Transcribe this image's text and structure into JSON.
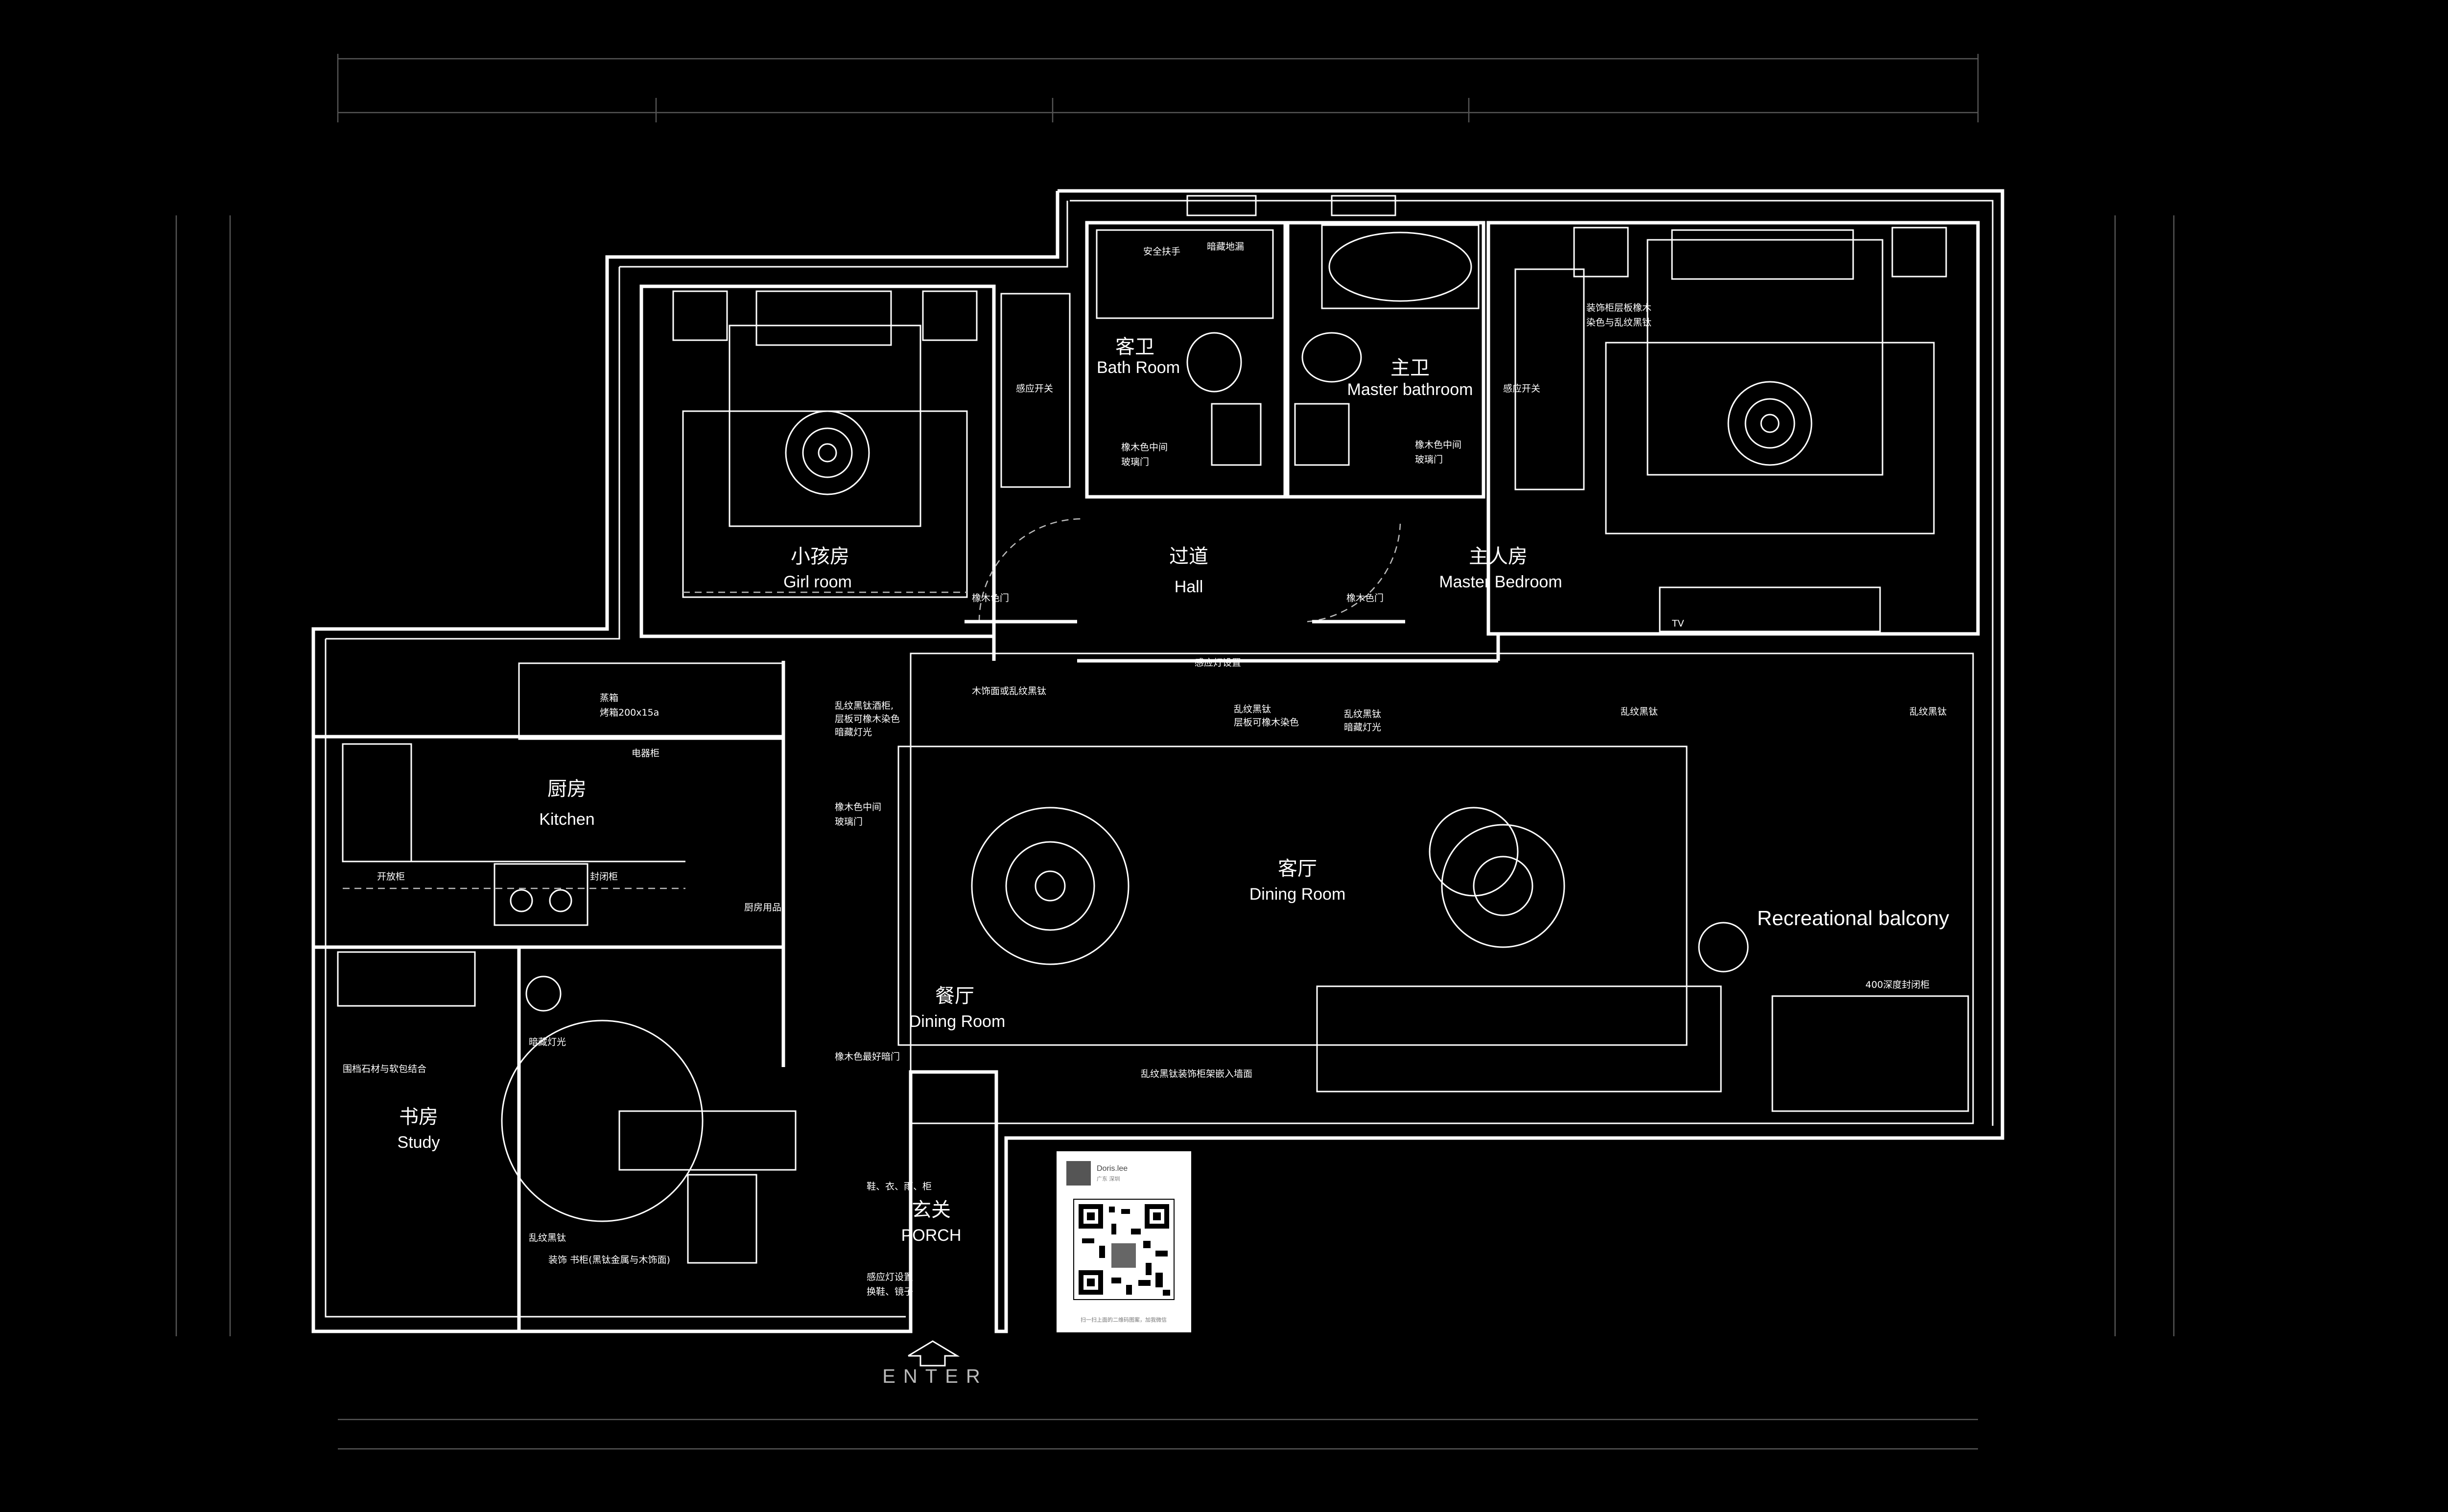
{
  "rooms": {
    "girl_room": {
      "cn": "小孩房",
      "en": "Girl room"
    },
    "hall": {
      "cn": "过道",
      "en": "Hall"
    },
    "master_bedroom": {
      "cn": "主人房",
      "en": "Master Bedroom"
    },
    "guest_bath": {
      "cn": "客卫",
      "en": "Bath Room"
    },
    "master_bath": {
      "cn": "主卫",
      "en": "Master bathroom"
    },
    "kitchen": {
      "cn": "厨房",
      "en": "Kitchen"
    },
    "living": {
      "cn": "客厅",
      "en": "Dining Room"
    },
    "dining": {
      "cn": "餐厅",
      "en": "Dining Room"
    },
    "study": {
      "cn": "书房",
      "en": "Study"
    },
    "porch": {
      "cn": "玄关",
      "en": "PORCH"
    },
    "balcony": {
      "en": "Recreational balcony"
    }
  },
  "notes": {
    "safety_handrail": "安全扶手",
    "hidden_floor_drain": "暗藏地漏",
    "wardrobe_note_1": "装饰柜层板橡木",
    "wardrobe_note_2": "染色与乱纹黑钛",
    "motion_switch_left": "感应开关",
    "motion_switch_right": "感应开关",
    "glass_door_left_1": "橡木色中间",
    "glass_door_left_2": "玻璃门",
    "glass_door_right_1": "橡木色中间",
    "glass_door_right_2": "玻璃门",
    "oak_door_left": "橡木色门",
    "oak_door_right": "橡木色门",
    "wood_titanium": "木饰面或乱纹黑钛",
    "titanium_cabinet_1": "乱纹黑钛酒柜,",
    "titanium_cabinet_2": "层板可橡木染色",
    "titanium_cabinet_3": "暗藏灯光",
    "motion_light": "感应灯设置",
    "hall_titanium_1": "乱纹黑钛",
    "hall_titanium_2": "层板可橡木染色",
    "hall_titanium_3": "乱纹黑钛",
    "hall_titanium_4": "暗藏灯光",
    "titanium_mid": "乱纹黑钛",
    "titanium_right": "乱纹黑钛",
    "oven_1": "蒸箱",
    "oven_2": "烤箱200x15a",
    "appliance_cabinet": "电器柜",
    "kitchen_glass_1": "橡木色中间",
    "kitchen_glass_2": "玻璃门",
    "open_cabinet": "开放柜",
    "closed_cabinet": "封闭柜",
    "kitchen_supplies": "厨房用品",
    "hidden_light": "暗藏灯光",
    "study_wall": "围档石材与软包结合",
    "study_titanium": "乱纹黑钛",
    "bookcase": "装饰  书柜(黑钛金属与木饰面)",
    "oak_hidden_door": "橡木色最好暗门",
    "tv_wall": "乱纹黑钛装饰柜架嵌入墙面",
    "shoe_cabinet": "鞋、衣、雨、柜",
    "porch_light_1": "感应灯设置",
    "porch_light_2": "换鞋、镜子",
    "closed_cabinet_400": "400深度封闭柜",
    "tv": "TV"
  },
  "enter_label": "ENTER",
  "qr": {
    "name": "Doris.lee",
    "sub_1": "广东 深圳",
    "caption": "扫一扫上面的二维码图案，加我微信"
  }
}
